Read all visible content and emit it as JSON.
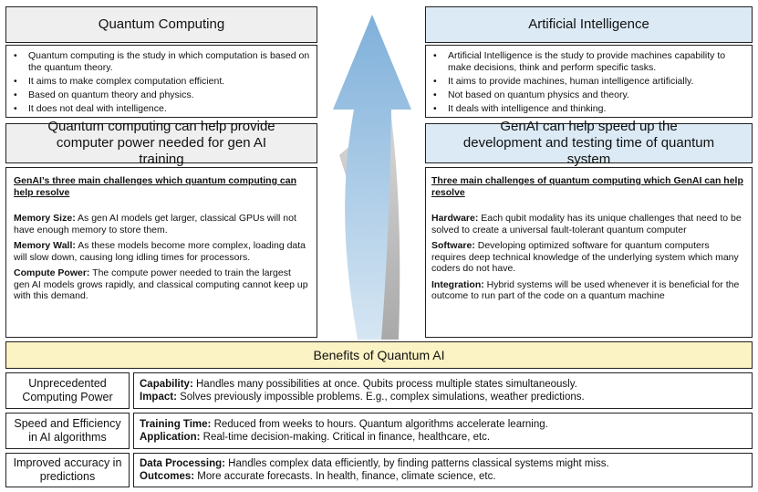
{
  "left": {
    "title": "Quantum Computing",
    "bullets": [
      "Quantum computing is the study in which computation is based on the quantum theory.",
      "It aims to make complex computation efficient.",
      "Based on quantum theory and physics.",
      "It does not deal with intelligence."
    ],
    "help_header": "Quantum computing can help provide computer power needed for gen AI training",
    "challenges_title": "GenAI’s three main challenges which quantum computing can help resolve",
    "challenges": [
      {
        "label": "Memory Size:",
        "text": " As gen AI models get larger, classical GPUs will not have enough memory to store them."
      },
      {
        "label": "Memory Wall:",
        "text": " As these models become more complex, loading data will slow down, causing long idling times for processors."
      },
      {
        "label": "Compute Power:",
        "text": " The compute power needed to train the largest gen AI models grows rapidly, and classical computing cannot keep up with this demand."
      }
    ]
  },
  "right": {
    "title": "Artificial Intelligence",
    "bullets": [
      "Artificial Intelligence is the study to provide machines capability to make decisions, think and perform specific tasks.",
      "It aims to provide machines, human intelligence artificially.",
      "Not based on quantum physics and theory.",
      "It deals with intelligence and thinking."
    ],
    "help_header": "GenAI can help speed up the development and testing time of quantum system",
    "challenges_title": "Three main challenges of quantum computing which GenAI can help resolve",
    "challenges": [
      {
        "label": "Hardware:",
        "text": " Each qubit modality has its unique challenges that need to be solved to create a universal fault-tolerant quantum computer"
      },
      {
        "label": "Software:",
        "text": " Developing optimized software for quantum computers requires deep technical knowledge of the underlying system which many coders do not have."
      },
      {
        "label": "Integration:",
        "text": " Hybrid systems will be used whenever it is beneficial for the outcome to run part of the code on a quantum machine"
      }
    ]
  },
  "benefits": {
    "title": "Benefits of Quantum AI",
    "rows": [
      {
        "name": "Unprecedented Computing Power",
        "lines": [
          {
            "label": "Capability:",
            "text": " Handles many possibilities at once. Qubits process multiple states simultaneously."
          },
          {
            "label": "Impact:",
            "text": " Solves previously impossible problems. E.g., complex simulations, weather predictions."
          }
        ]
      },
      {
        "name": "Speed and Efficiency in AI algorithms",
        "lines": [
          {
            "label": "Training Time:",
            "text": " Reduced from weeks to hours. Quantum algorithms accelerate learning."
          },
          {
            "label": "Application:",
            "text": " Real-time decision-making. Critical in finance, healthcare, etc."
          }
        ]
      },
      {
        "name": "Improved accuracy in predictions",
        "lines": [
          {
            "label": "Data Processing:",
            "text": " Handles complex data efficiently, by finding patterns classical systems might miss."
          },
          {
            "label": "Outcomes:",
            "text": " More accurate forecasts. In health, finance, climate science, etc."
          }
        ]
      }
    ]
  },
  "colors": {
    "gray_header": "#efefef",
    "blue_header": "#dbeaf5",
    "yellow_header": "#fbf3c4",
    "arrow_blue": "#8fb9dc",
    "arrow_gray": "#b9b9b9"
  }
}
